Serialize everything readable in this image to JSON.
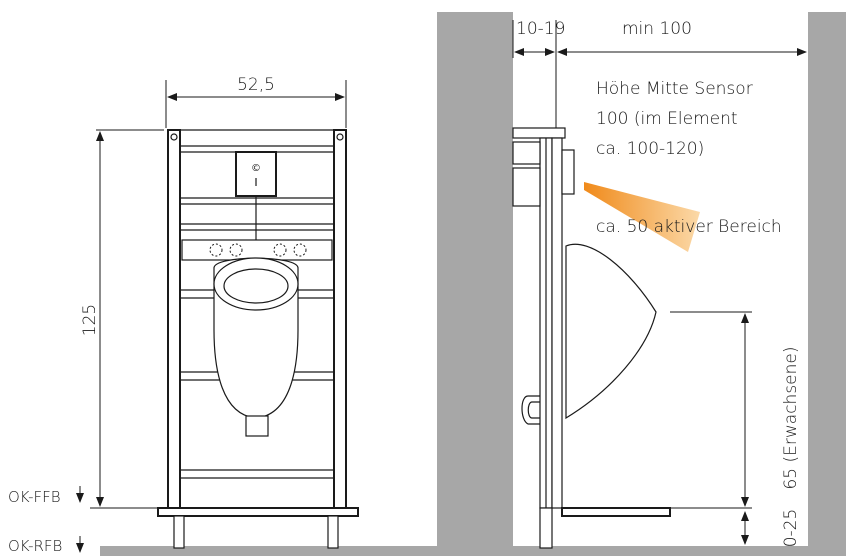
{
  "front_view": {
    "width_label": "52,5",
    "height_label": "125",
    "floor_finished_label": "OK-FFB",
    "floor_raw_label": "OK-RFB"
  },
  "side_view": {
    "wall_gap_label": "10-19",
    "clearance_label": "min 100",
    "sensor_note": [
      "Höhe Mitte Sensor",
      "100 (im Element",
      "ca. 100-120)"
    ],
    "active_area_label": "ca. 50 aktiver Bereich",
    "adult_height_label": "65 (Erwachsene)",
    "floor_range_label": "0-25"
  },
  "colors": {
    "wall": "#a7a7a7",
    "sensor_beam": "#f0a040",
    "line": "#1a1a1a"
  }
}
